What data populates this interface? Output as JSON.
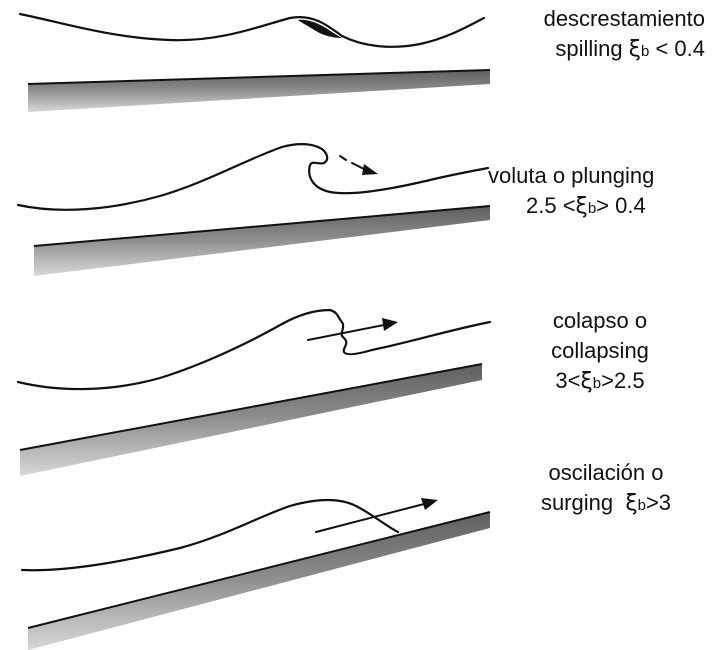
{
  "panels": [
    {
      "name_es": "descrestamiento",
      "name_en": "spilling",
      "sym": "ξ",
      "sub": "b",
      "condition": " < 0.4"
    },
    {
      "name_es": "voluta o plunging",
      "prefix": "2.5 <",
      "sym": "ξ",
      "sub": "b",
      "condition": "> 0.4"
    },
    {
      "name_es": "colapso o",
      "name_en": "collapsing",
      "prefix": "3<",
      "sym": "ξ",
      "sub": "b",
      "condition": ">2.5"
    },
    {
      "name_es": "oscilación o",
      "name_en": "surging",
      "sym": "ξ",
      "sub": "b",
      "condition": ">3"
    }
  ],
  "colors": {
    "ink": "#111111",
    "beach_dark": "#6e6e6e",
    "beach_light": "#d0d0d0"
  }
}
